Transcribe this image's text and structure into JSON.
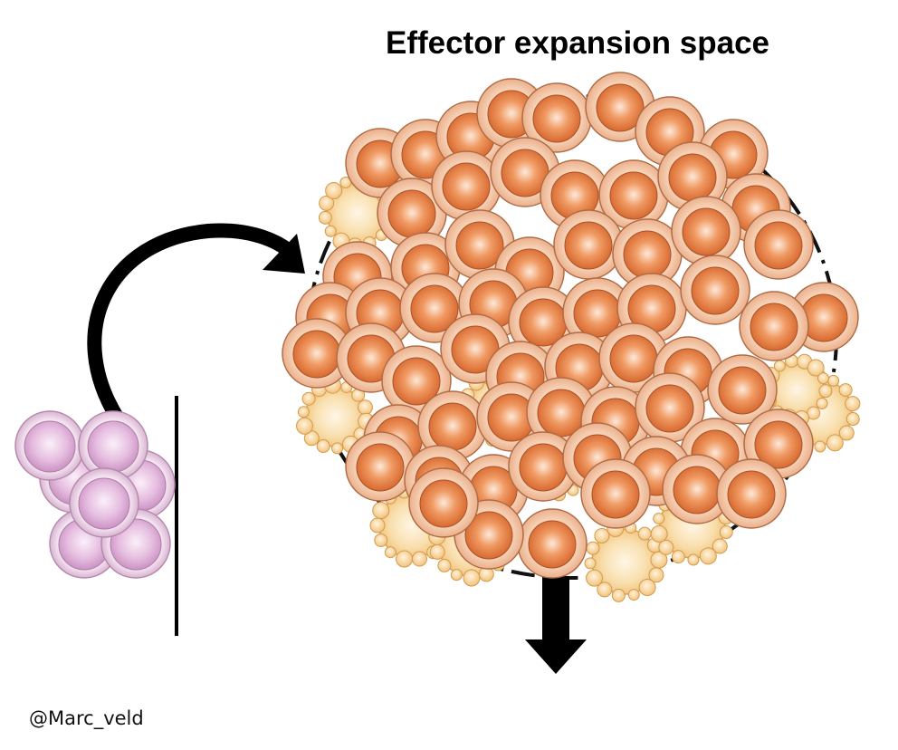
{
  "title": "Effector expansion space",
  "credit": "@Marc_veld",
  "colors": {
    "effector_cell": "#e8844a",
    "effector_rim": "#f5c7a6",
    "apoptotic_cell": "#f7d9a4",
    "naive_cell": "#e7bde0",
    "arrow": "#000000"
  },
  "icons": {
    "naive_cluster": "naive-t-cell-cluster",
    "effector_mass": "effector-t-cell-expansion",
    "apoptotic_cells": "apoptotic-blebbing-cell",
    "expansion_arrow": "curved-arrow",
    "contraction_arrow": "down-arrow",
    "boundary": "dashed-boundary"
  }
}
